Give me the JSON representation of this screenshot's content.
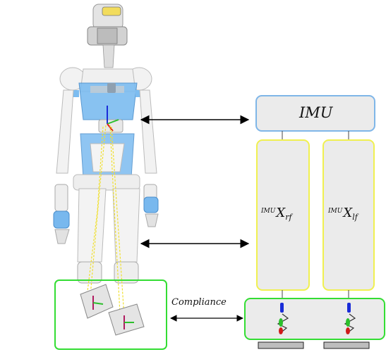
{
  "imu_block": {
    "label": "IMU"
  },
  "right_leg": {
    "sup": "IMU",
    "main": "X",
    "sub": "rf"
  },
  "left_leg": {
    "sup": "IMU",
    "main": "X",
    "sub": "lf"
  },
  "compliance": {
    "label": "Compliance"
  },
  "colors": {
    "imu_border": "#7fb6e8",
    "leg_border": "#f0f050",
    "compliance_border": "#33dd33",
    "box_fill": "#ebebeb",
    "arrow": "#000000",
    "robot_blue": "#78b8ee",
    "foot_plate": "#bdbdbd"
  }
}
